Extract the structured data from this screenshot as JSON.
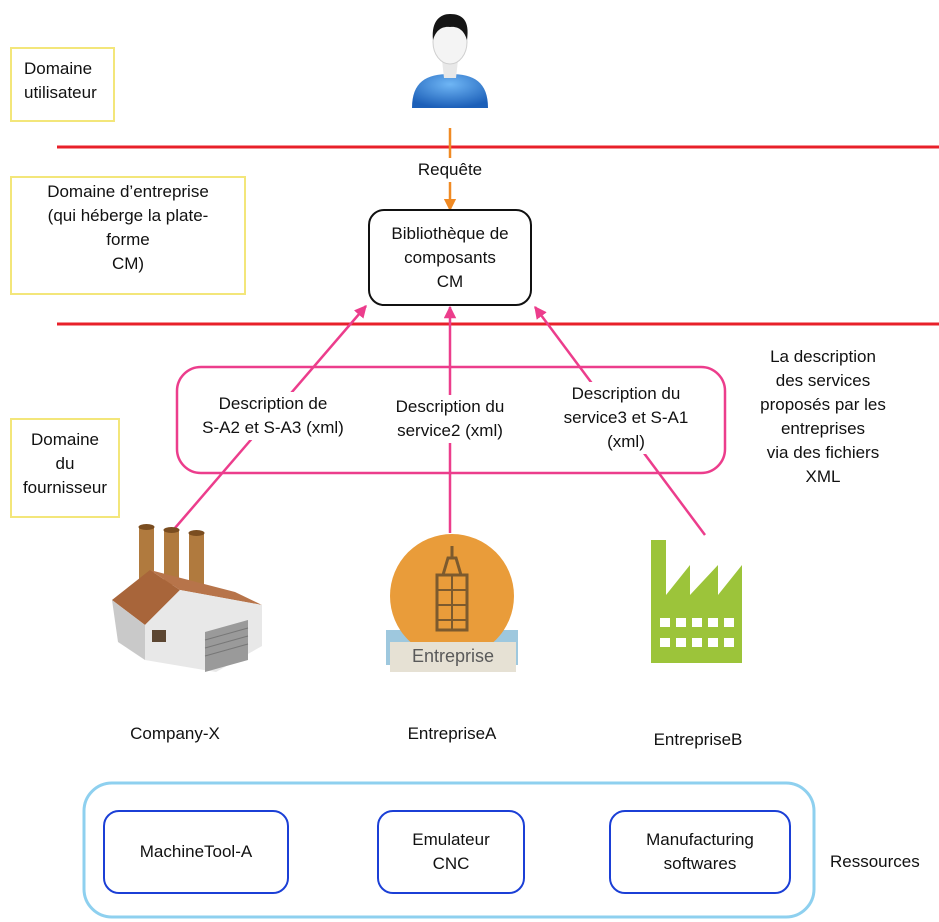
{
  "domains": {
    "user": [
      "Domaine",
      "utilisateur"
    ],
    "enterprise": [
      "Domaine  d’entreprise",
      "(qui héberge la plate-",
      "forme",
      "CM)"
    ],
    "supplier": [
      "Domaine",
      "du",
      "fournisseur"
    ]
  },
  "request_label": "Requête",
  "library": [
    "Bibliothèque de",
    "composants",
    "CM"
  ],
  "descriptions": [
    [
      "Description de",
      "S-A2 et S-A3 (xml)"
    ],
    [
      "Description du",
      "service2 (xml)"
    ],
    [
      "Description du",
      "service3 et S-A1",
      "(xml)"
    ]
  ],
  "side_note": [
    "La description",
    "des services",
    "proposés par les",
    "entreprises",
    "via des fichiers",
    "XML"
  ],
  "companies": {
    "company_x": "Company-X",
    "entreprise_a": "EntrepriseA",
    "entreprise_b": "EntrepriseB",
    "entreprise_a_banner": "Entreprise"
  },
  "resources": {
    "items": [
      [
        "MachineTool-A"
      ],
      [
        "Emulateur",
        "CNC"
      ],
      [
        "Manufacturing",
        "softwares"
      ]
    ],
    "label": "Ressources"
  },
  "colors": {
    "red_line": "#e8202a",
    "arrow_pink": "#ec3d8c",
    "arrow_orange": "#f08a24",
    "domain_border": "#f3e67a",
    "resource_border": "#1b3fd6",
    "resource_container": "#8ed0ef",
    "factory_green": "#9cc43a",
    "enterprise_orange": "#e99c3a"
  },
  "icons": {
    "user": "user-avatar-icon",
    "company_x": "factory-3d-icon",
    "entreprise_a": "enterprise-tower-icon",
    "entreprise_b": "green-factory-icon"
  }
}
